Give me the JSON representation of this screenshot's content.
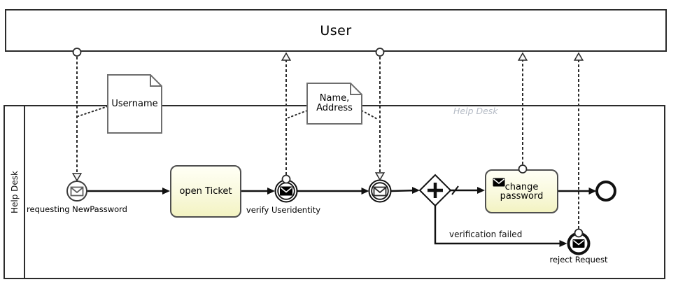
{
  "pools": {
    "user": {
      "label": "User"
    },
    "help_desk": {
      "lane_label": "Help Desk",
      "pool_watermark": "Help Desk"
    }
  },
  "events": {
    "start": {
      "label": "requesting NewPassword",
      "type": "message start event"
    },
    "verify_throw": {
      "label": "verify Useridentity",
      "type": "message intermediate throw event"
    },
    "receive_catch": {
      "label": "",
      "type": "message intermediate catch event"
    },
    "end": {
      "label": "",
      "type": "end event"
    },
    "reject": {
      "label": "reject Request",
      "type": "message end event"
    }
  },
  "tasks": {
    "open_ticket": {
      "label": "open Ticket"
    },
    "change_password": {
      "line1": "change",
      "line2": "password"
    }
  },
  "gateways": {
    "parallel": {
      "symbol": "+",
      "type": "parallel gateway"
    }
  },
  "flows": {
    "verification_failed": {
      "label": "verification failed"
    }
  },
  "data_objects": {
    "username": {
      "label": "Username"
    },
    "name_address": {
      "line1": "Name,",
      "line2": "Address"
    }
  },
  "icons": {
    "message_throw": "envelope-filled-icon",
    "message_catch": "envelope-outline-icon",
    "gateway_marker": "plus-icon"
  },
  "colors": {
    "line": "#2b2b2b",
    "task_border": "#4f4f4f",
    "task_fill_top": "#fffff5",
    "task_fill_bottom": "#f3f3c2",
    "data_object_border": "#6e6e6e",
    "watermark": "#b6bcc6"
  }
}
